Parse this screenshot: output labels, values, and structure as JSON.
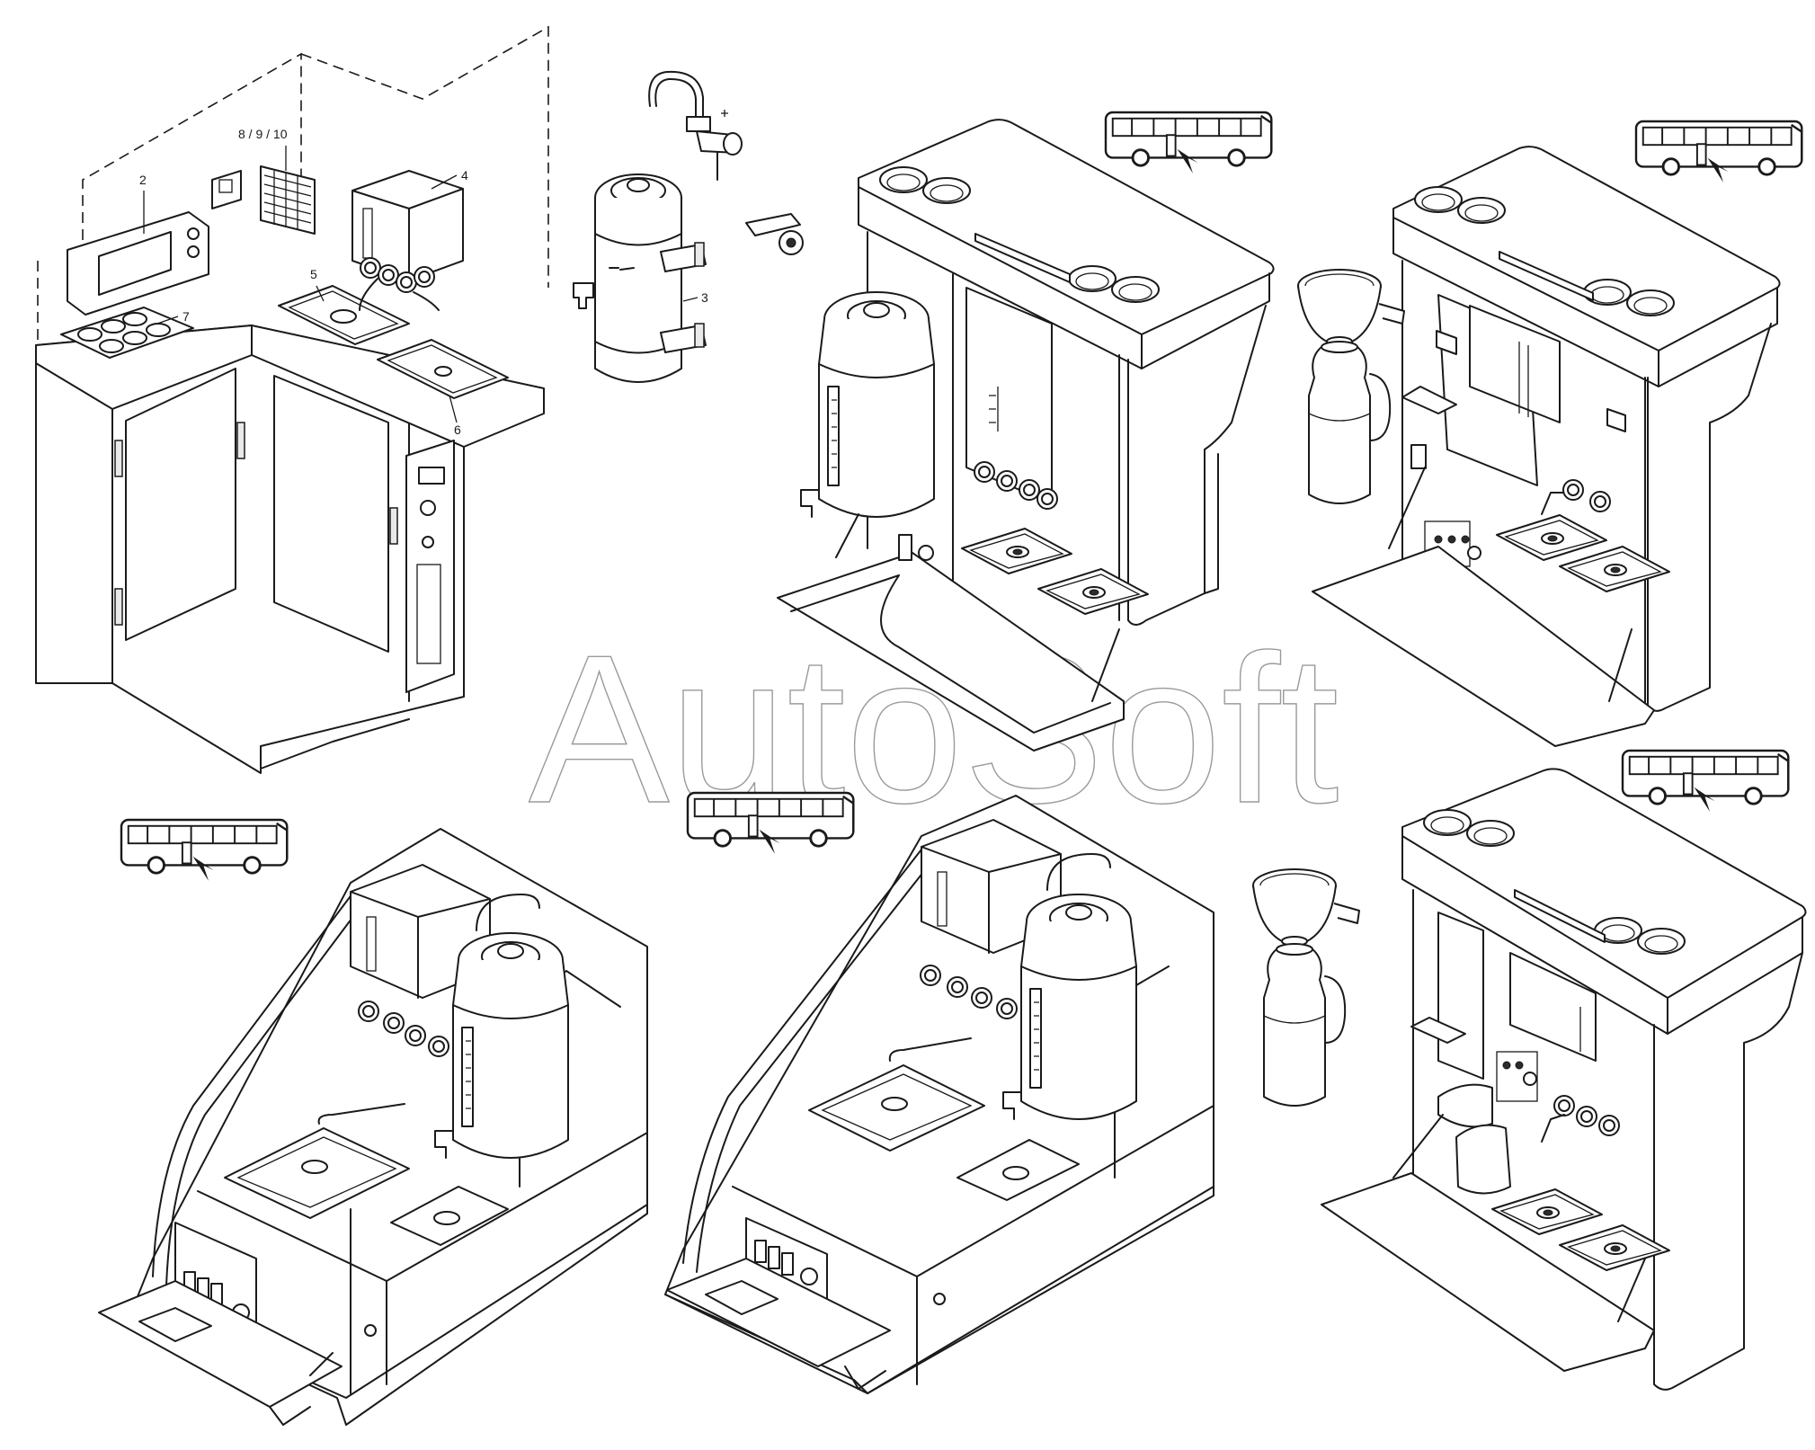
{
  "watermark": "AutoSoft",
  "callouts": {
    "c2": "2",
    "c3": "3",
    "c4": "4",
    "c5": "5",
    "c6": "6",
    "c7": "7",
    "c8": "8 / 9 / 10"
  },
  "colors": {
    "line": "#1a1a1a",
    "watermark": "#9a9a9a",
    "background": "#ffffff"
  },
  "icons": [
    "bus-locator-icon"
  ]
}
